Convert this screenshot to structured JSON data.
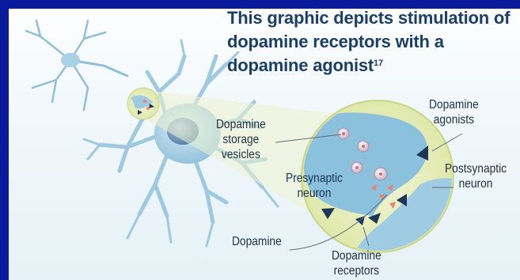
{
  "title": {
    "line1": "This graphic depicts stimulation of",
    "line2": "dopamine receptors with a",
    "line3": "dopamine agonist",
    "footnote": "17"
  },
  "labels": {
    "storage_1": "Dopamine",
    "storage_2": "storage",
    "storage_3": "vesicles",
    "agonists_1": "Dopamine",
    "agonists_2": "agonists",
    "presynaptic_1": "Presynaptic",
    "presynaptic_2": "neuron",
    "postsynaptic_1": "Postsynaptic",
    "postsynaptic_2": "neuron",
    "dopamine": "Dopamine",
    "receptors_1": "Dopamine",
    "receptors_2": "receptors"
  },
  "colors": {
    "background_frame": "#0a1a9c",
    "title_text": "#1c3f66",
    "neuron": "#9ec9e0",
    "nucleus": "#6a93b6",
    "zoom_halo": "#dfe9a8",
    "presynaptic": "#8cc1dd",
    "agonist": "#1d3557",
    "dopamine": "#e8857a"
  }
}
